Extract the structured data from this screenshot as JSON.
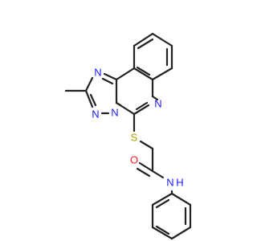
{
  "atoms": {
    "n_triazole_top": {
      "label": "N",
      "color": "#1a1aff"
    },
    "n_triazole_bottom_left": {
      "label": "N",
      "color": "#1a1aff"
    },
    "n_triazole_bridge": {
      "label": "N",
      "color": "#1a1aff"
    },
    "n_quinazoline": {
      "label": "N",
      "color": "#1a1aff"
    },
    "sulfur": {
      "label": "S",
      "color": "#b3a100"
    },
    "oxygen": {
      "label": "O",
      "color": "#ff1a1a"
    },
    "amide_n": {
      "label": "N",
      "color": "#1a1aff"
    },
    "amide_h": {
      "label": "H",
      "color": "#1a1aff"
    }
  },
  "bond_color": "#222222"
}
